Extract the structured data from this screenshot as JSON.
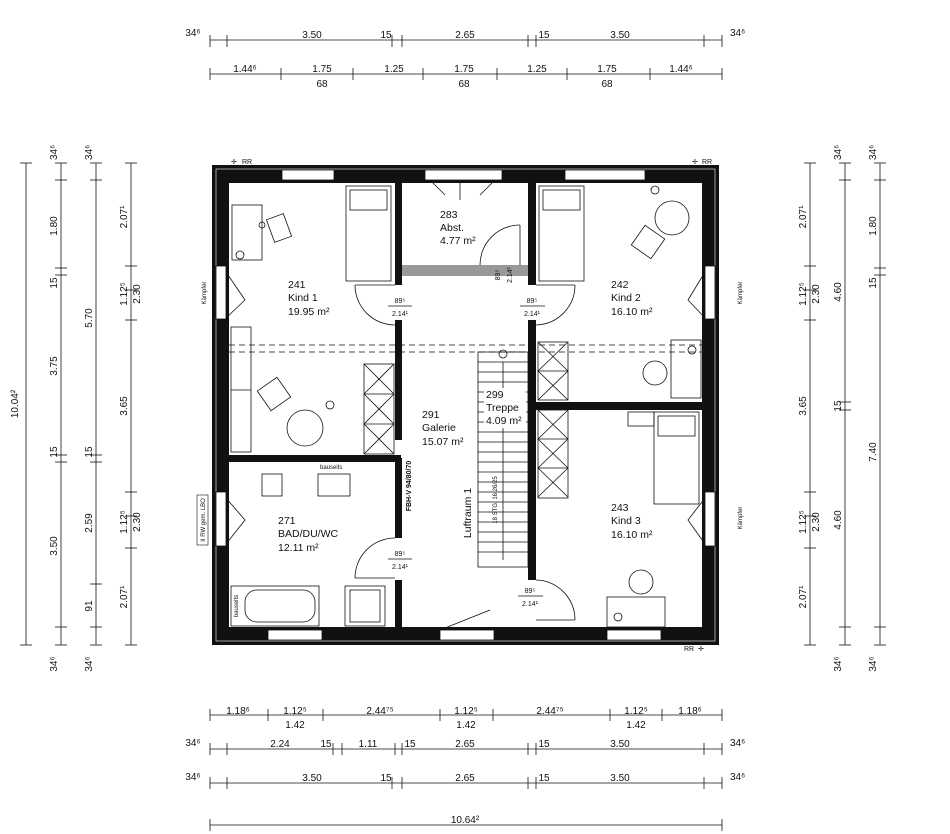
{
  "dimensions": {
    "top_row1": [
      "34⁶",
      "3.50",
      "15",
      "2.65",
      "15",
      "3.50",
      "34⁶"
    ],
    "top_row2": [
      "1.44⁶",
      "1.75",
      "1.25",
      "1.75",
      "1.25",
      "1.75",
      "1.44⁶"
    ],
    "top_row2_sub": [
      "68",
      "68",
      "68"
    ],
    "bottom_row1": [
      "1.18⁶",
      "1.12⁵",
      "2.44⁷⁵",
      "1.12⁵",
      "2.44⁷⁵",
      "1.12⁵",
      "1.18⁶"
    ],
    "bottom_row1_sub": [
      "1.42",
      "1.42",
      "1.42"
    ],
    "bottom_row2": [
      "34⁶",
      "2.24",
      "15",
      "1.11",
      "15",
      "2.65",
      "15",
      "3.50",
      "34⁶"
    ],
    "bottom_row3": [
      "34⁶",
      "3.50",
      "15",
      "2.65",
      "15",
      "3.50",
      "34⁶"
    ],
    "bottom_total": "10.64²",
    "left_total": "10.04²",
    "left_col1": [
      "34⁶",
      "1.80",
      "15",
      "3.75",
      "15",
      "3.50",
      "34⁶"
    ],
    "left_col2": [
      "34⁶",
      "5.70",
      "15",
      "2.59",
      "91",
      "34⁶"
    ],
    "left_col3": [
      "2.07¹",
      "1.12⁵",
      "2.30",
      "3.65",
      "1.12⁵",
      "2.30",
      "2.07¹"
    ],
    "right_col1": [
      "2.07¹",
      "1.12⁵",
      "2.30",
      "3.65",
      "1.12⁵",
      "2.30",
      "2.07¹"
    ],
    "right_col2": [
      "34⁶",
      "4.60",
      "15",
      "4.60",
      "34⁶"
    ],
    "right_col3": [
      "34⁶",
      "1.80",
      "15",
      "7.40",
      "34⁶"
    ]
  },
  "rooms": [
    {
      "number": "241",
      "name": "Kind 1",
      "area": "19.95 m²"
    },
    {
      "number": "283",
      "name": "Abst.",
      "area": "4.77 m²"
    },
    {
      "number": "242",
      "name": "Kind 2",
      "area": "16.10 m²"
    },
    {
      "number": "291",
      "name": "Galerie",
      "area": "15.07 m²"
    },
    {
      "number": "299",
      "name": "Treppe",
      "area": "4.09 m²"
    },
    {
      "number": "271",
      "name": "BAD/DU/WC",
      "area": "12.11 m²"
    },
    {
      "number": "243",
      "name": "Kind 3",
      "area": "16.10 m²"
    }
  ],
  "door_labels": {
    "top": "89⁵",
    "bottom": "2.14¹"
  },
  "labels": {
    "rr": "RR",
    "kaempfer": "Kämpfer",
    "luftraum": "Luftraum 1",
    "fbh": "FBH-V 94/80/70",
    "bauseits": "bauseits",
    "rw_lbo": "II RW gem. LBO",
    "stair_note": "18 STG. 16.26/25"
  }
}
